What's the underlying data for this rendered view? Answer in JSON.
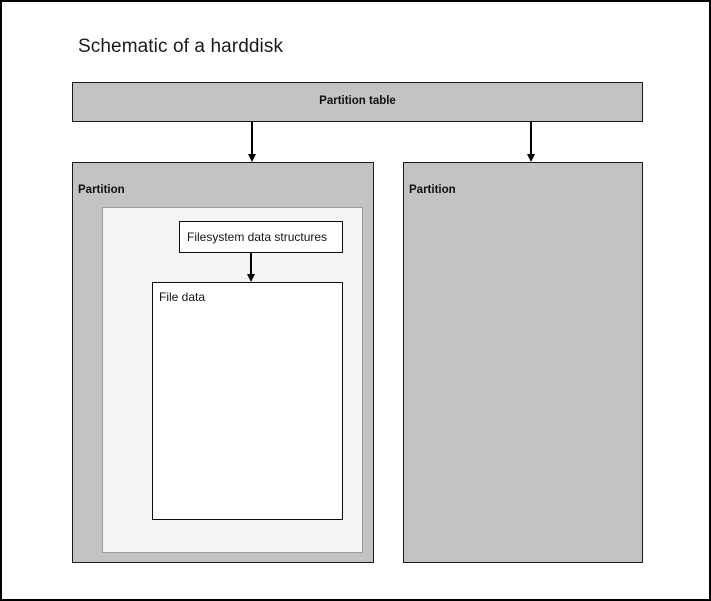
{
  "diagram": {
    "title": "Schematic of a harddisk",
    "colors": {
      "page_background": "#ffffff",
      "page_border": "#000000",
      "partition_fill": "#c3c3c3",
      "filesystem_fill": "#f4f4f4",
      "box_fill": "#ffffff",
      "stroke": "#1a1a1a",
      "arrow": "#000000",
      "text": "#101010"
    },
    "nodes": {
      "partition_table": {
        "label": "Partition table",
        "style": "gray",
        "align": "center",
        "bold": true
      },
      "partition_left": {
        "label": "Partition",
        "style": "gray",
        "align": "left",
        "bold": true
      },
      "partition_right": {
        "label": "Partition",
        "style": "gray",
        "align": "left",
        "bold": true
      },
      "filesystem_area": {
        "label": "",
        "style": "light-gray"
      },
      "filesystem_structures": {
        "label": "Filesystem data structures",
        "style": "white",
        "align": "left",
        "bold": false
      },
      "file_data": {
        "label": "File data",
        "style": "white",
        "align": "top-left",
        "bold": false
      }
    },
    "edges": [
      {
        "id": "table-to-left-partition",
        "from": "partition_table",
        "to": "partition_left",
        "direction": "down",
        "arrowhead": "filled-triangle"
      },
      {
        "id": "table-to-right-partition",
        "from": "partition_table",
        "to": "partition_right",
        "direction": "down",
        "arrowhead": "filled-triangle"
      },
      {
        "id": "fs-to-filedata",
        "from": "filesystem_structures",
        "to": "file_data",
        "direction": "down",
        "arrowhead": "filled-triangle"
      }
    ]
  }
}
